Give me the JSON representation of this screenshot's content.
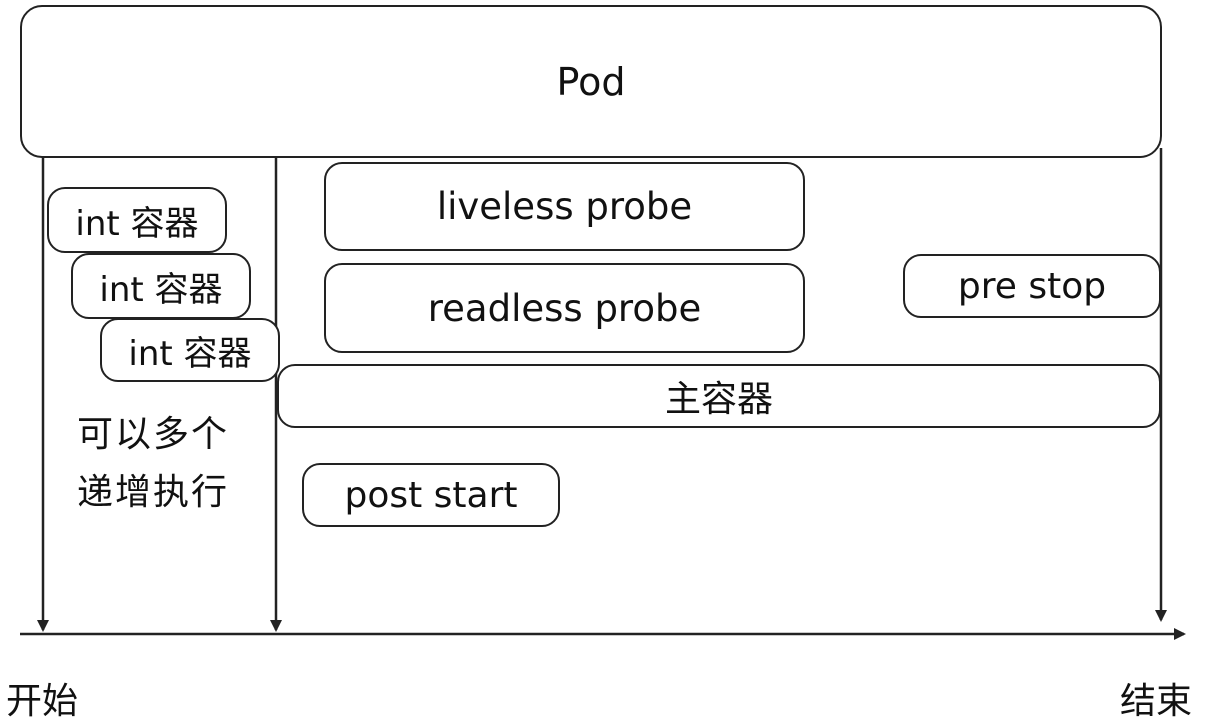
{
  "pod": {
    "label": "Pod"
  },
  "init_containers": [
    {
      "label": "int 容器"
    },
    {
      "label": "int 容器"
    },
    {
      "label": "int 容器"
    }
  ],
  "init_note": {
    "line1": "可以多个",
    "line2": "递增执行"
  },
  "probes": {
    "liveness": "liveless probe",
    "readiness": "readless probe"
  },
  "hooks": {
    "pre_stop": "pre stop",
    "post_start": "post start"
  },
  "main_container": {
    "label": "主容器"
  },
  "timeline": {
    "start": "开始",
    "end": "结束"
  },
  "colors": {
    "stroke": "#222222",
    "background": "#ffffff"
  }
}
